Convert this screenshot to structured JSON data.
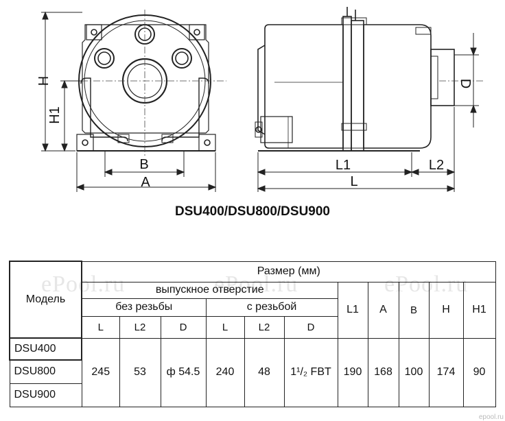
{
  "drawing": {
    "front_labels": {
      "H": "H",
      "H1": "H1",
      "B": "B",
      "A": "A"
    },
    "side_labels": {
      "L1": "L1",
      "L2": "L2",
      "L": "L",
      "D": "D"
    },
    "title": "DSU400/DSU800/DSU900"
  },
  "watermark": "ePool.ru",
  "table": {
    "header_size": "Размер (мм)",
    "header_model": "Модель",
    "header_outlet": "выпускное отверстие",
    "header_unthreaded": "без резьбы",
    "header_threaded": "с резьбой",
    "cols_unthreaded": [
      "L",
      "L2",
      "D"
    ],
    "cols_threaded": [
      "L",
      "L2",
      "D"
    ],
    "cols_main": [
      "L1",
      "A",
      "B",
      "H",
      "H1"
    ],
    "models": [
      "DSU400",
      "DSU800",
      "DSU900"
    ],
    "values_unthreaded": [
      "245",
      "53",
      "ф 54.5"
    ],
    "values_threaded": [
      "240",
      "48",
      "1¹/₂ FBT"
    ],
    "values_main": [
      "190",
      "168",
      "100",
      "174",
      "90"
    ]
  },
  "logo": "epool.ru"
}
